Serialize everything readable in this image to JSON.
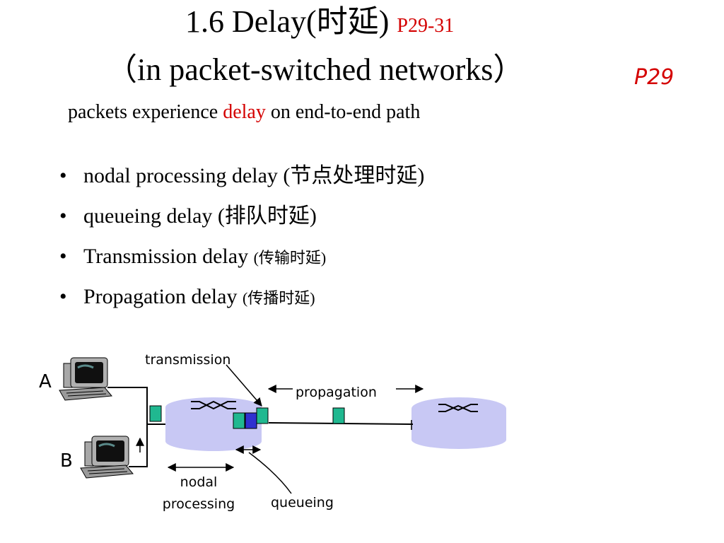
{
  "title": {
    "main": "1.6  Delay(时延)",
    "page_ref": "P29-31",
    "line2": "（in packet-switched networks）",
    "line2_ref": "P29"
  },
  "subtitle": {
    "before": "packets experience ",
    "highlight": "delay",
    "after": " on end-to-end path"
  },
  "bullets": [
    {
      "text": "nodal processing delay (节点处理时延)",
      "small": ""
    },
    {
      "text": "queueing delay (排队时延)",
      "small": ""
    },
    {
      "text": "Transmission delay ",
      "small": "(传输时延)"
    },
    {
      "text": "Propagation delay ",
      "small": "(传播时延)"
    }
  ],
  "bullet_symbol": "•",
  "diagram": {
    "host_a_label": "A",
    "host_b_label": "B",
    "transmission_label": "transmission",
    "propagation_label": "propagation",
    "nodal_label_1": "nodal",
    "nodal_label_2": "processing",
    "queueing_label": "queueing",
    "colors": {
      "accent_red": "#c00000",
      "packet_green": "#20b890",
      "packet_blue": "#3030d0",
      "router_fill": "#c8c8f4"
    }
  }
}
